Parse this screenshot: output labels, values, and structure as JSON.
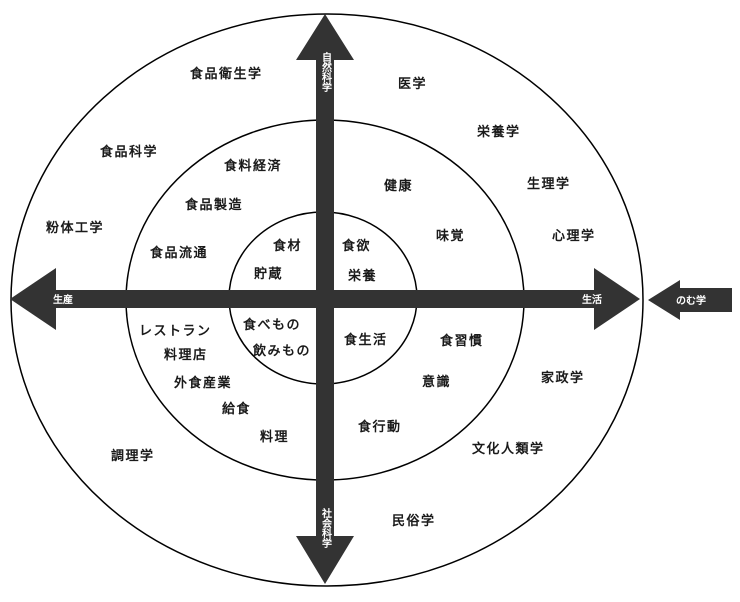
{
  "axes": {
    "top": "自然科学",
    "bottom": "社会科学",
    "left": "生産",
    "right": "生活",
    "external": "のむ学"
  },
  "outer": {
    "shokuhin_eisei": "食品衛生学",
    "igaku": "医学",
    "eiyou": "栄養学",
    "shokuhin_kagaku": "食品科学",
    "seiri": "生理学",
    "funtai": "粉体工学",
    "shinri": "心理学",
    "kasei": "家政学",
    "chouri": "調理学",
    "bunka_jinrui": "文化人類学",
    "minzoku": "民俗学"
  },
  "middle": {
    "shokuryo_keizai": "食料経済",
    "kenkou": "健康",
    "shokuhin_seizou": "食品製造",
    "shokuhin_ryuutsuu": "食品流通",
    "mikaku": "味覚",
    "restaurant": "レストラン",
    "ryouriten": "料理店",
    "shokushuukan": "食習慣",
    "gaishoku": "外食産業",
    "ishiki": "意識",
    "kyuushoku": "給食",
    "ryouri": "料理",
    "shokukoudou": "食行動"
  },
  "inner": {
    "shokuzai": "食材",
    "shokuyoku": "食欲",
    "chozou": "貯蔵",
    "eiyou": "栄養",
    "tabemono": "食べもの",
    "nomimono": "飲みもの",
    "shokuseikatsu": "食生活"
  },
  "colors": {
    "arrow": "#333333",
    "line": "#000000",
    "background": "#ffffff"
  }
}
